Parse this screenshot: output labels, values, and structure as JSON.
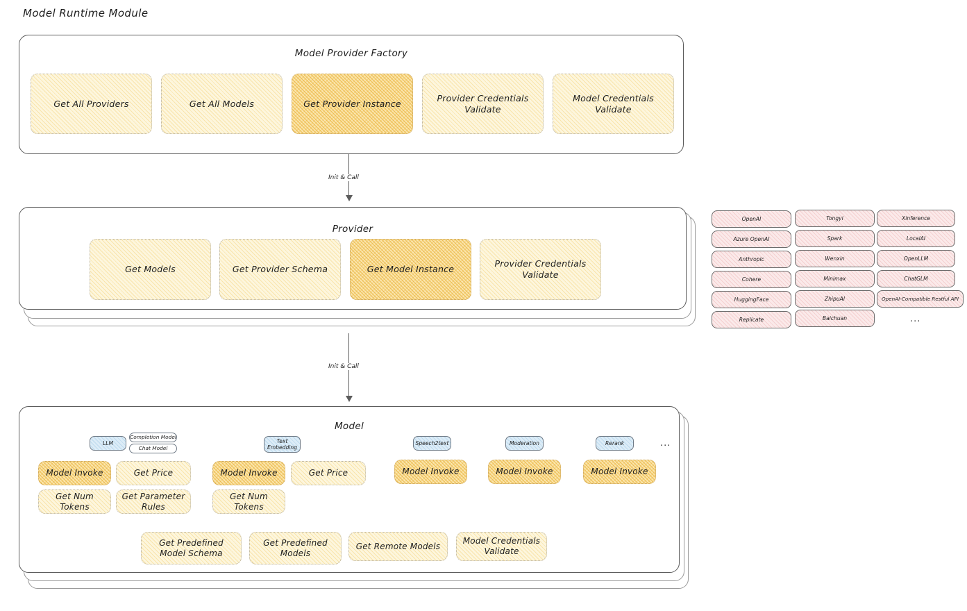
{
  "title": "Model Runtime Module",
  "colors": {
    "accent_amber": "#fdf6dd",
    "accent_amber_highlight": "#fbe6ae",
    "chip_blue": "#dcecf7",
    "chip_pink": "#fbeaea",
    "stroke": "#5c5c5c",
    "text": "#1e1e1e"
  },
  "factory": {
    "title": "Model Provider Factory",
    "boxes": [
      {
        "label": "Get All Providers",
        "highlight": false
      },
      {
        "label": "Get All Models",
        "highlight": false
      },
      {
        "label": "Get Provider Instance",
        "highlight": true
      },
      {
        "label": "Provider Credentials Validate",
        "highlight": false
      },
      {
        "label": "Model Credentials Validate",
        "highlight": false
      }
    ]
  },
  "arrows": [
    {
      "label": "Init & Call"
    },
    {
      "label": "Init & Call"
    }
  ],
  "provider": {
    "title": "Provider",
    "boxes": [
      {
        "label": "Get Models",
        "highlight": false
      },
      {
        "label": "Get Provider Schema",
        "highlight": false
      },
      {
        "label": "Get Model Instance",
        "highlight": true
      },
      {
        "label": "Provider Credentials Validate",
        "highlight": false
      }
    ]
  },
  "provider_list": {
    "columns": [
      {
        "items": [
          "OpenAI",
          "Azure OpenAI",
          "Anthropic",
          "Cohere",
          "HuggingFace",
          "Replicate"
        ]
      },
      {
        "items": [
          "Tongyi",
          "Spark",
          "Wenxin",
          "Minimax",
          "ZhipuAI",
          "Baichuan"
        ]
      },
      {
        "items": [
          "Xinference",
          "LocalAI",
          "OpenLLM",
          "ChatGLM",
          "OpenAI-Compatible Restful API"
        ]
      }
    ],
    "more": "..."
  },
  "model": {
    "title": "Model",
    "more": "...",
    "groups": [
      {
        "chip": "LLM",
        "sub_chips": [
          "Completion Model",
          "Chat Model"
        ],
        "boxes": [
          {
            "label": "Model Invoke",
            "highlight": true
          },
          {
            "label": "Get Price",
            "highlight": false
          },
          {
            "label": "Get Num Tokens",
            "highlight": false
          },
          {
            "label": "Get Parameter Rules",
            "highlight": false
          }
        ]
      },
      {
        "chip": "Text Embedding",
        "sub_chips": [],
        "boxes": [
          {
            "label": "Model Invoke",
            "highlight": true
          },
          {
            "label": "Get Price",
            "highlight": false
          },
          {
            "label": "Get Num Tokens",
            "highlight": false
          }
        ]
      },
      {
        "chip": "Speech2text",
        "sub_chips": [],
        "boxes": [
          {
            "label": "Model Invoke",
            "highlight": true
          }
        ]
      },
      {
        "chip": "Moderation",
        "sub_chips": [],
        "boxes": [
          {
            "label": "Model Invoke",
            "highlight": true
          }
        ]
      },
      {
        "chip": "Rerank",
        "sub_chips": [],
        "boxes": [
          {
            "label": "Model Invoke",
            "highlight": true
          }
        ]
      }
    ],
    "shared_boxes": [
      {
        "label": "Get Predefined Model Schema"
      },
      {
        "label": "Get Predefined Models"
      },
      {
        "label": "Get Remote Models"
      },
      {
        "label": "Model Credentials Validate"
      }
    ]
  }
}
